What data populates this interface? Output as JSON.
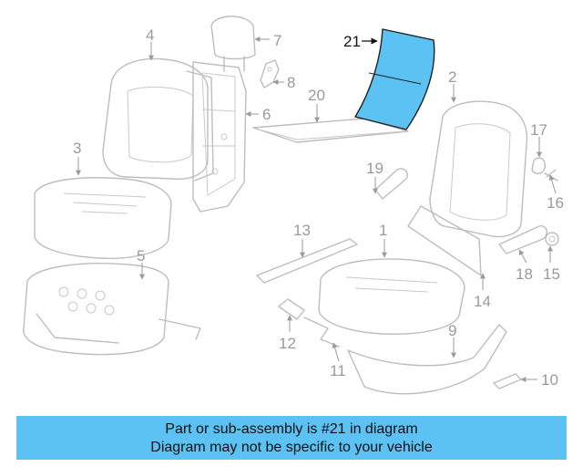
{
  "highlight_color": "#5bc2f3",
  "callouts": {
    "c1": "1",
    "c2": "2",
    "c3": "3",
    "c4": "4",
    "c5": "5",
    "c6": "6",
    "c7": "7",
    "c8": "8",
    "c9": "9",
    "c10": "10",
    "c11": "11",
    "c12": "12",
    "c13": "13",
    "c14": "14",
    "c15": "15",
    "c16": "16",
    "c17": "17",
    "c18": "18",
    "c19": "19",
    "c20": "20",
    "c21": "21"
  },
  "banner": {
    "line1": "Part or sub-assembly is #21 in diagram",
    "line2": "Diagram may not be specific to your vehicle"
  }
}
